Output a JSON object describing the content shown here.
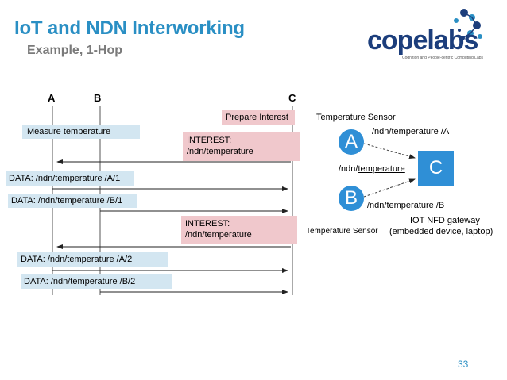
{
  "slide": {
    "title": "IoT and NDN Interworking",
    "subtitle": "Example, 1-Hop",
    "page_number": "33"
  },
  "logo": {
    "word": "copelabs",
    "tagline": "Cognition and People-centric Computing Labs"
  },
  "sequence": {
    "nodes": [
      "A",
      "B",
      "C"
    ],
    "messages": {
      "prepare_interest": "Prepare Interest",
      "measure_temperature": "Measure temperature",
      "interest_1_line1": "INTEREST:",
      "interest_1_line2": "/ndn/temperature",
      "data_a1": "DATA: /ndn/temperature /A/1",
      "data_b1": "DATA: /ndn/temperature /B/1",
      "interest_2_line1": "INTEREST:",
      "interest_2_line2": "/ndn/temperature",
      "data_a2": "DATA: /ndn/temperature /A/2",
      "data_b2": "DATA: /ndn/temperature /B/2"
    }
  },
  "topology": {
    "node_a": "A",
    "node_b": "B",
    "node_c": "C",
    "sensor_label_top": "Temperature Sensor",
    "sensor_label_bottom": "Temperature Sensor",
    "link_a": "/ndn/temperature /A",
    "link_b": "/ndn/temperature /B",
    "link_center_prefix": "/ndn/",
    "link_center_underlined": "temperature",
    "gateway_line1": "IOT NFD gateway",
    "gateway_line2": "(embedded device, laptop)"
  },
  "colors": {
    "title": "#2a8fc4",
    "subtitle": "#7a7a7a",
    "data_box": "#d3e6f1",
    "interest_box": "#f0c8cc",
    "node_fill": "#2f8fd6",
    "logo": "#1c3e7c"
  }
}
